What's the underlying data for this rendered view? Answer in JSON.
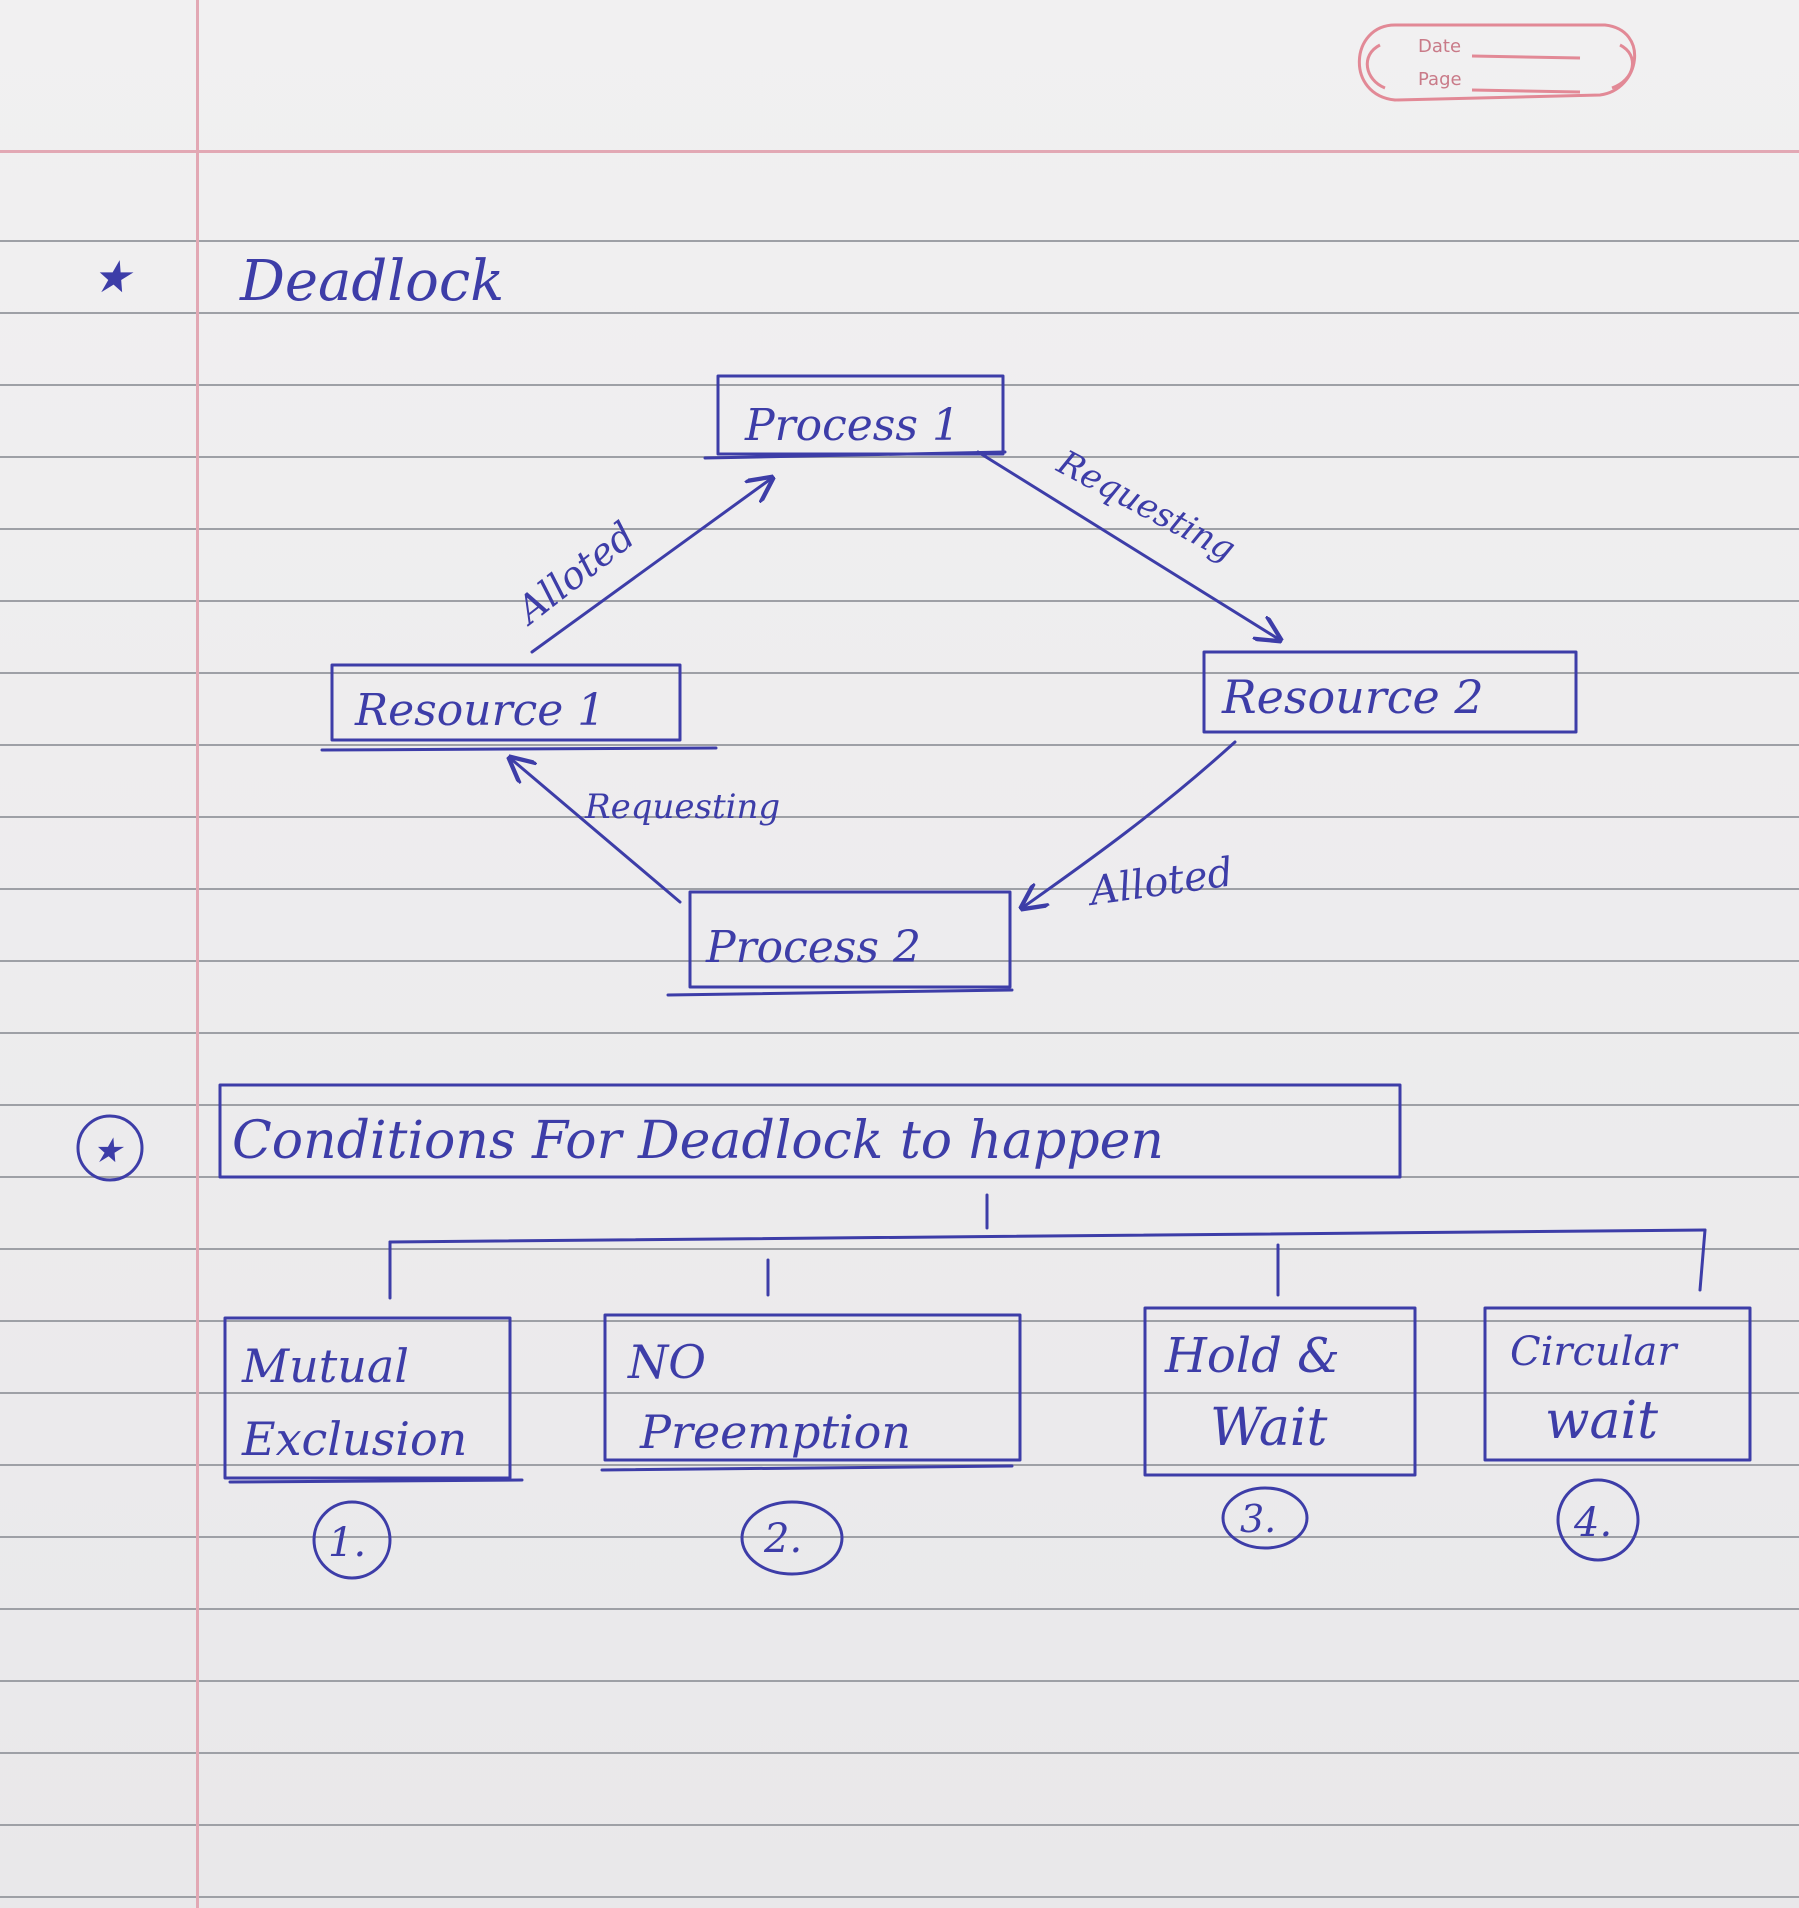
{
  "header": {
    "date_label": "Date",
    "page_label": "Page"
  },
  "title": {
    "bullet": "★",
    "text": "Deadlock"
  },
  "diagram": {
    "process1": "Process 1",
    "process2": "Process 2",
    "resource1": "Resource 1",
    "resource2": "Resource 2",
    "edge_r1_p1": "Alloted",
    "edge_p1_r2": "Requesting",
    "edge_r2_p2": "Alloted",
    "edge_p2_r1": "Requesting"
  },
  "conditions": {
    "bullet": "★",
    "heading": "Conditions For Deadlock to happen",
    "items": [
      {
        "line1": "Mutual",
        "line2": "Exclusion",
        "number": "1."
      },
      {
        "line1": "NO",
        "line2": "Preemption",
        "number": "2."
      },
      {
        "line1": "Hold &",
        "line2": "Wait",
        "number": "3."
      },
      {
        "line1": "Circular",
        "line2": "wait",
        "number": "4."
      }
    ]
  },
  "colors": {
    "ink": "#3d3da8",
    "margin": "#e2a8b4",
    "ruling": "#9ea0a6"
  }
}
